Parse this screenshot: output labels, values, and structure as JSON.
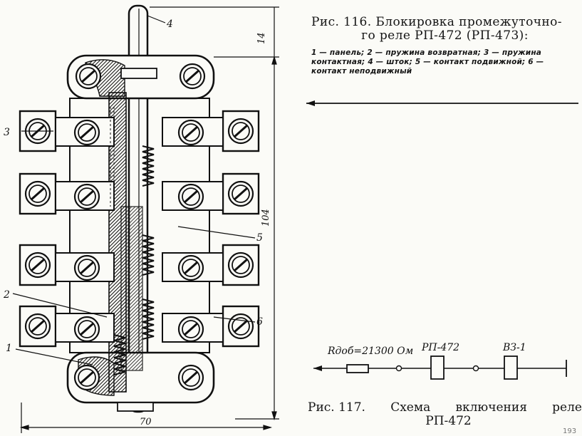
{
  "figure116": {
    "labels": {
      "n1": "1",
      "n2": "2",
      "n3": "3",
      "n4": "4",
      "n5": "5",
      "n6": "6"
    },
    "dimensions": {
      "top": "14",
      "height": "104",
      "width": "70"
    },
    "caption": {
      "prefix": "Рис. 116.",
      "line1": "Блокировка промежуточно-",
      "line2": "го реле РП-472 (РП-473):",
      "legend": "1 — панель; 2 — пружина возвратная; 3 — пружина контактная; 4 — шток; 5 — контакт подвижной; 6 — контакт неподвижный"
    }
  },
  "figure117": {
    "resistor_label": "Rдоб=21300 Ом",
    "relay1_label": "РП-472",
    "relay2_label": "ВЗ-1",
    "caption": {
      "prefix": "Рис. 117.",
      "word1": "Схема",
      "word2": "включения",
      "word3": "реле",
      "line2": "РП-472"
    }
  },
  "page_number": "193"
}
